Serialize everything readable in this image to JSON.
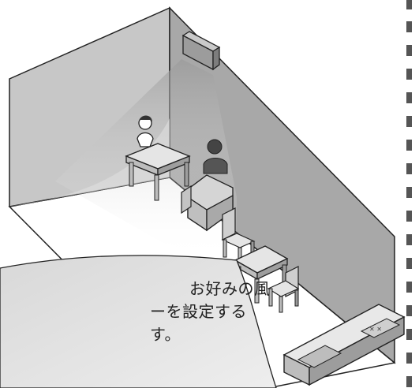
{
  "caption": {
    "line1": "お好みの風",
    "line2": "ーを設定する",
    "line3": "す。"
  },
  "colors": {
    "wall_dark": "#8f8f8f",
    "wall_mid": "#b3b3b3",
    "wall_light": "#d0d0d0",
    "outline": "#222222",
    "caption_panel": "#e6e6e6"
  }
}
